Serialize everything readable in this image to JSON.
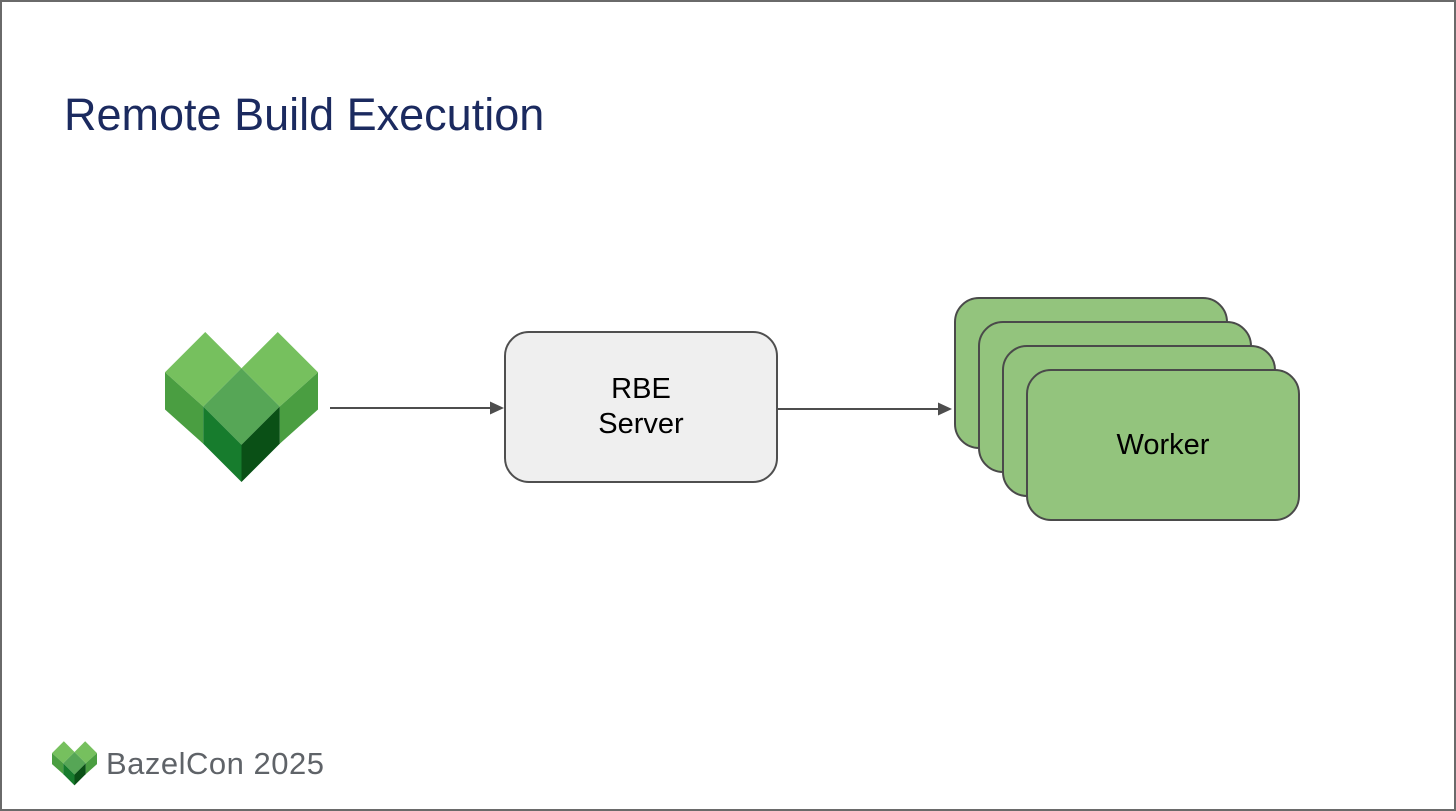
{
  "slide": {
    "title": "Remote Build Execution"
  },
  "diagram": {
    "client": {
      "name": "Bazel",
      "icon": "bazel-logo-icon"
    },
    "server": {
      "line1": "RBE",
      "line2": "Server"
    },
    "workers": {
      "label": "Worker",
      "count": 4
    },
    "arrows": [
      {
        "from": "bazel-client",
        "to": "rbe-server"
      },
      {
        "from": "rbe-server",
        "to": "worker-stack"
      }
    ]
  },
  "footer": {
    "brand": "BazelCon 2025"
  },
  "colors": {
    "title-navy": "#1b2a5f",
    "server-fill": "#efefef",
    "server-border": "#4f4f4f",
    "worker-fill": "#93c47d",
    "worker-border": "#4a4a4a",
    "arrow-gray": "#4d4d4d",
    "footer-gray": "#5f6368",
    "slide-border": "#6a6a6a",
    "bazel-light": "#76c05e",
    "bazel-mid": "#56a656",
    "bazel-side": "#4a9e41",
    "bazel-dark": "#177c2d",
    "bazel-darkest": "#0a5016"
  }
}
